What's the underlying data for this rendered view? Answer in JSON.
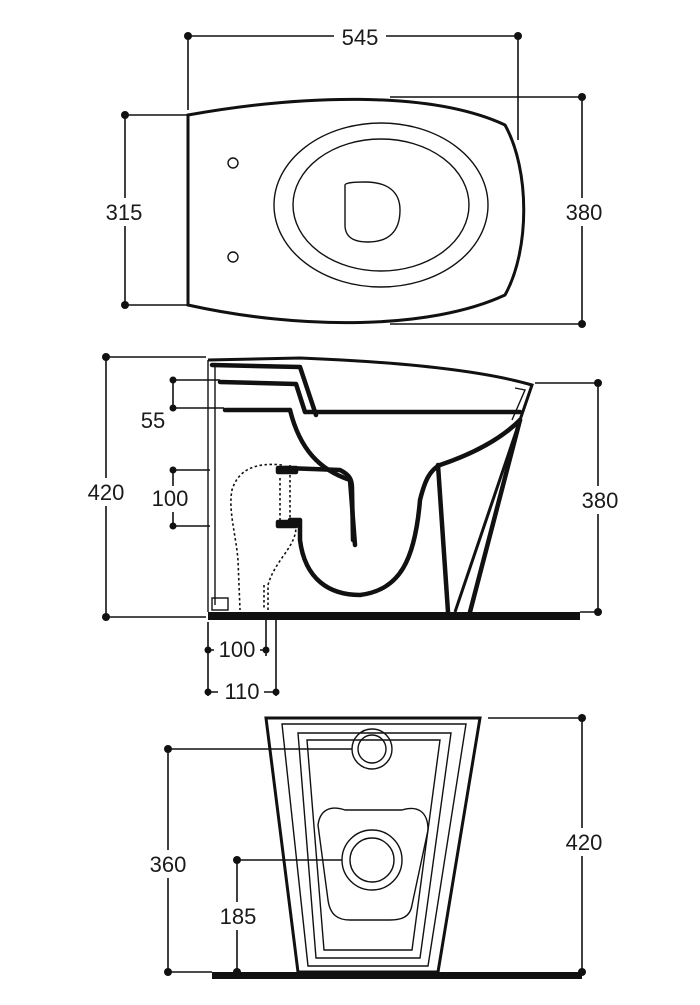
{
  "top_view": {
    "width_label": "545",
    "height_label": "315",
    "total_depth_label": "380"
  },
  "side_view": {
    "height_label": "420",
    "front_height_label": "380",
    "inlet_label": "55",
    "outlet_range_label": "100",
    "outlet_offset_label": "100",
    "outlet_offset_total_label": "110"
  },
  "rear_view": {
    "height_label": "420",
    "upper_pipe_height_label": "360",
    "lower_pipe_height_label": "185"
  }
}
